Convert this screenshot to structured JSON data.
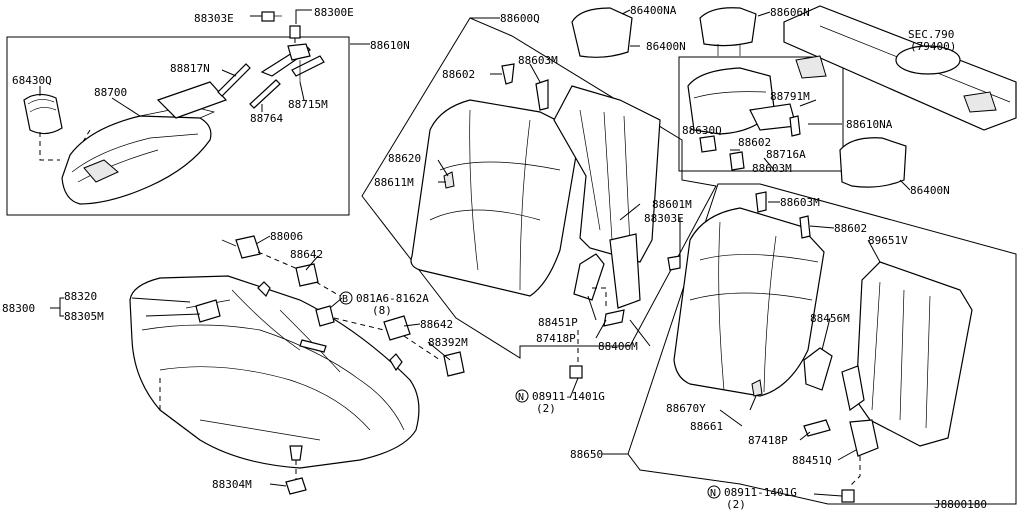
{
  "diagram_id": "J8800180",
  "labels": {
    "p88303E_top": "88303E",
    "p88300E": "88300E",
    "p88610N": "88610N",
    "p68430Q": "68430Q",
    "p88700": "88700",
    "p88817N": "88817N",
    "p88764": "88764",
    "p88715M": "88715M",
    "p88600Q": "88600Q",
    "p86400NA": "86400NA",
    "p88606N": "88606N",
    "p86400N_a": "86400N",
    "sec790": "SEC.790",
    "sec790_ref": "(79400)",
    "p88602_a": "88602",
    "p88603M_a": "88603M",
    "p88791M": "88791M",
    "p88610NA": "88610NA",
    "p88630Q": "88630Q",
    "p88602_b": "88602",
    "p88716A": "88716A",
    "p88603M_b": "88603M",
    "p86400N_b": "86400N",
    "p88620": "88620",
    "p88611M": "88611M",
    "p88601M": "88601M",
    "p88303E_mid": "88303E",
    "p88603M_c": "88603M",
    "p88602_c": "88602",
    "p89651V": "89651V",
    "p88006": "88006",
    "p88642_a": "88642",
    "p88300": "88300",
    "p88320": "88320",
    "p88305M": "88305M",
    "bolt_code": "081A6-8162A",
    "bolt_qty": "(8)",
    "p88642_b": "88642",
    "p88392M": "88392M",
    "p88451P": "88451P",
    "p87418P_a": "87418P",
    "p88406M": "88406M",
    "p88456M": "88456M",
    "nut_code_a": "08911-1401G",
    "nut_qty_a": "(2)",
    "p88670Y": "88670Y",
    "p88661": "88661",
    "p87418P_b": "87418P",
    "p88650": "88650",
    "p88451Q": "88451Q",
    "p88304M": "88304M",
    "nut_code_b": "08911-1401G",
    "nut_qty_b": "(2)",
    "mark_B": "B",
    "mark_N_a": "N",
    "mark_N_b": "N"
  }
}
